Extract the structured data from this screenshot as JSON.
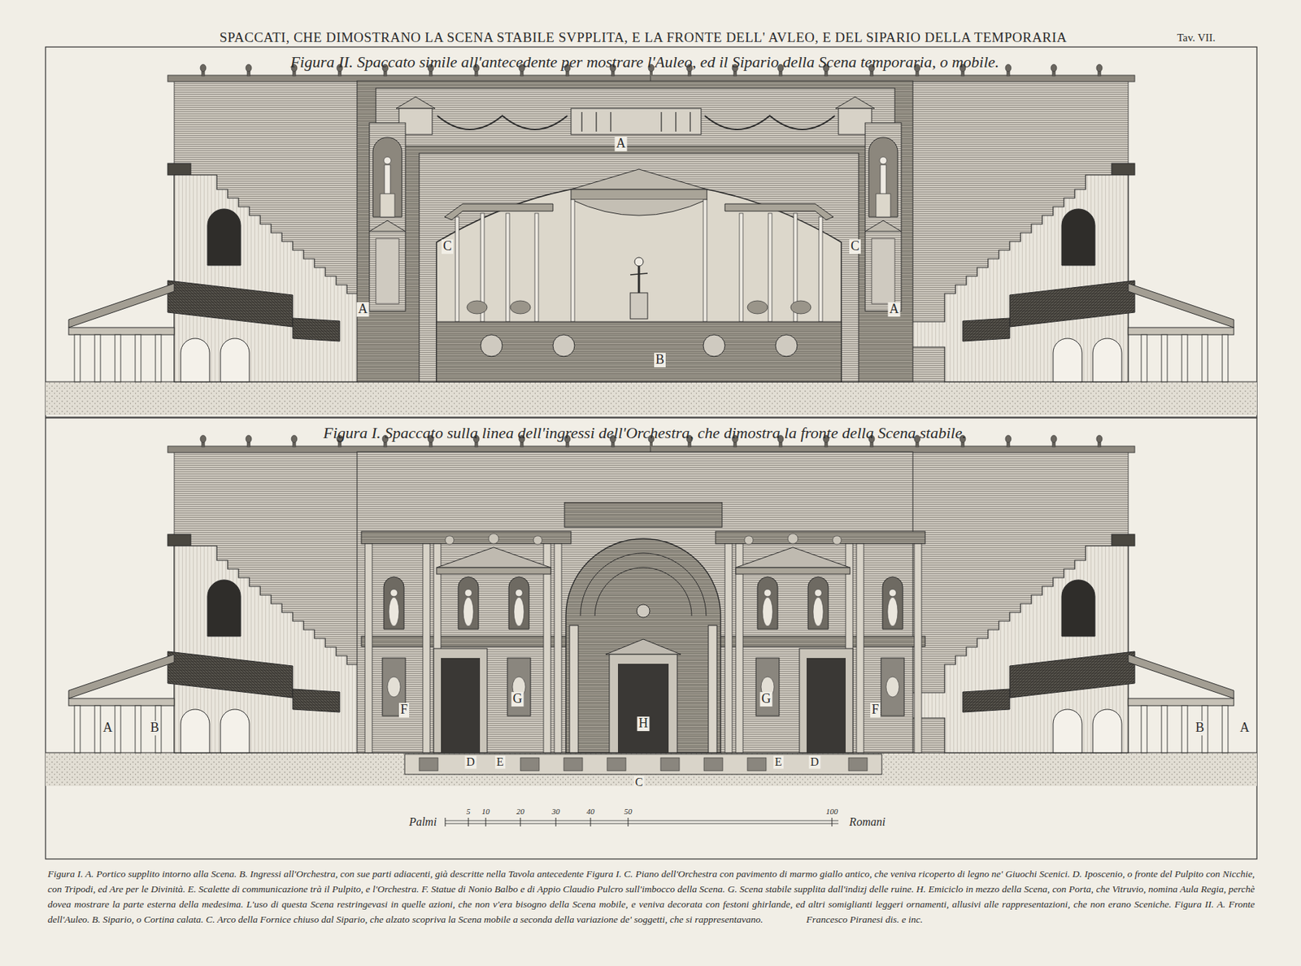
{
  "diagram": {
    "title": "SPACCATI, CHE DIMOSTRANO LA SCENA STABILE SVPPLITA, E LA FRONTE DELL' AVLEO, E DEL SIPARIO DELLA TEMPORARIA",
    "caption": "Figura I. A. Portico supplito intorno alla Scena. B. Ingressi all'Orchestra, con sue parti adiacenti, già descritte nella Tavola antecedente Figura I. C. Piano dell'Orchestra con pavimento di marmo giallo antico, che veniva ricoperto di legno ne' Giuochi Scenici. D. Iposcenio, o fronte del Pulpito con Nicchie, con Tripodi, ed Are per le Divinità. E. Scalette di communicazione trà il Pulpito, e l'Orchestra. F. Statue di Nonio Balbo e di Appio Claudio Pulcro sull'imbocco della Scena. G. Scena stabile supplita dall'indizj delle ruine. H. Emiciclo in mezzo della Scena, con Porta, che Vitruvio, nomina Aula Regia, perchè dovea mostrare la parte esterna della medesima. L'uso di questa Scena restringevasi in quelle azioni, che non v'era bisogno della Scena mobile, e veniva decorata con festoni ghirlande, ed altri somiglianti leggeri ornamenti, allusivi alle rappresentazioni, che non erano Sceniche. Figura II. A. Fronte dell'Auleo. B. Sipario, o Cortina calata. C. Arco della Fornice chiuso dal Sipario, che alzato scopriva la Scena mobile a seconda della variazione de' soggetti, che si rappresentavano.",
    "labels": [
      "Tav. VII.",
      "Figura II. Spaccato simile all'antecedente per mostrare l'Auleo, ed il Sipario della Scena temporaria, o mobile.",
      "A",
      "C",
      "C",
      "A",
      "A",
      "B",
      "Figura I. Spaccato sulla linea dell'ingressi dell'Orchestra, che dimostra la fronte della Scena stabile.",
      "A",
      "B",
      "F",
      "G",
      "H",
      "G",
      "F",
      "B",
      "A",
      "D",
      "E",
      "C",
      "E",
      "D",
      "Palmi",
      "5",
      "10",
      "20",
      "30",
      "40",
      "50",
      "100",
      "Romani",
      "Francesco Piranesi dis. e inc."
    ]
  }
}
